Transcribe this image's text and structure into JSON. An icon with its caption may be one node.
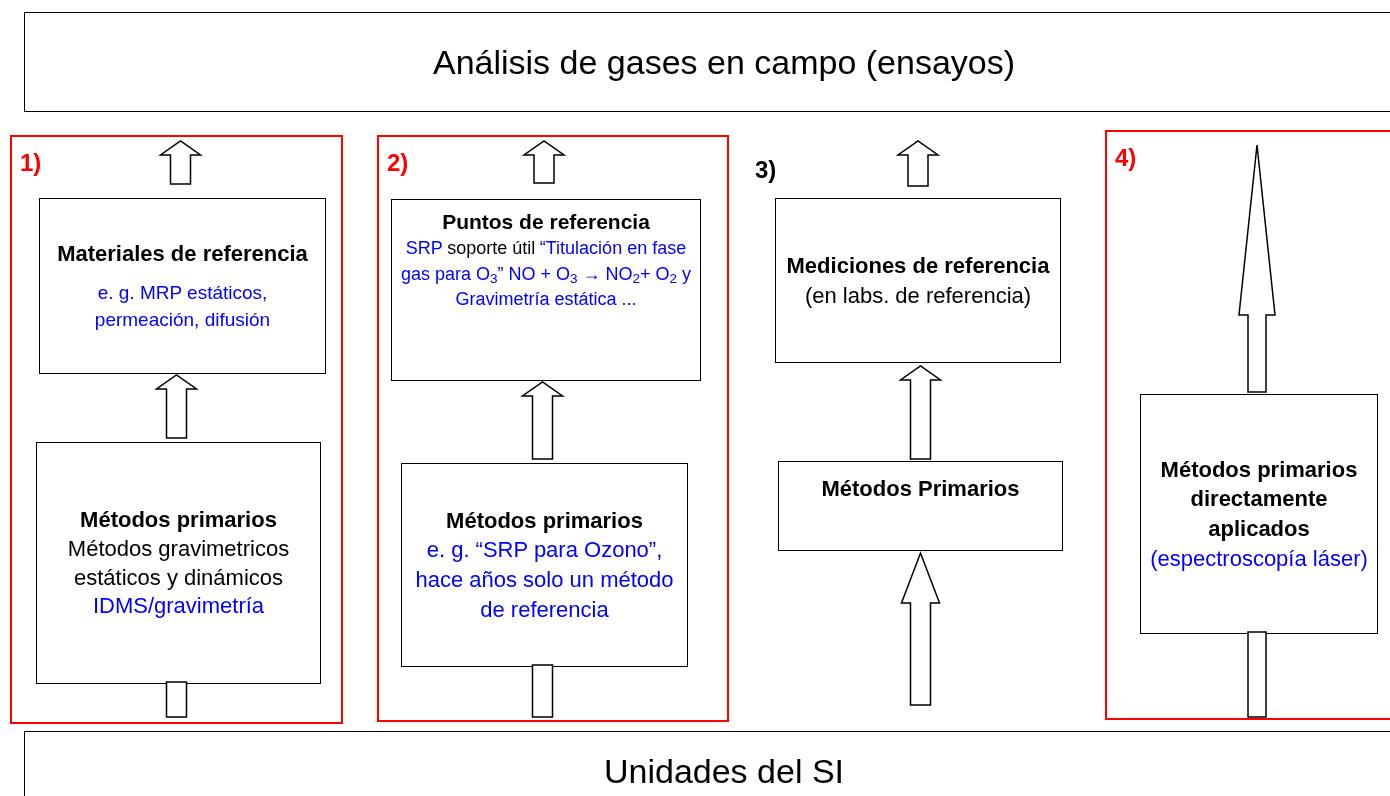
{
  "diagram": {
    "nodes": [
      {
        "text": [
          "Análisis de gases en campo (ensayos)"
        ]
      },
      {
        "text": [
          "1)"
        ]
      },
      {
        "text": [
          "Materiales de referencia",
          "e. g.  MRP estáticos, permeación, difusión"
        ],
        "in": 1
      },
      {
        "text": [
          "Métodos primarios",
          "Métodos gravimetricos estáticos y dinámicos",
          "IDMS/gravimetría"
        ],
        "in": 1
      },
      {
        "text": [
          "2)"
        ]
      },
      {
        "text": [
          "Puntos de referencia",
          "SRP",
          "soporte útil",
          "“Titulación en fase  gas para O$_{3}$” NO + O$_{3}$ → NO$_{2}$+ O$_{2}$ y Gravimetría estática ..."
        ],
        "in": 4
      },
      {
        "text": [
          "Métodos primarios",
          "e. g. “SRP para Ozono”, hace años solo un método de referencia"
        ],
        "in": 4
      },
      {
        "text": [
          "Mediciones de referencia",
          "(en labs. de referencia)"
        ]
      },
      {
        "text": [
          "Métodos Primarios"
        ]
      },
      {
        "text": [
          "4)"
        ]
      },
      {
        "text": [
          "Métodos primarios directamente aplicados",
          "(espectroscopía láser)"
        ],
        "in": 9
      },
      {
        "text": [
          "Unidades del SI"
        ]
      }
    ],
    "edges": [
      {
        "from": 2,
        "to": 0,
        "arrow": "to"
      },
      {
        "from": 3,
        "to": 2,
        "arrow": "to"
      },
      {
        "from": 11,
        "to": 3,
        "arrow": "none"
      },
      {
        "from": 5,
        "to": 0,
        "arrow": "to"
      },
      {
        "from": 6,
        "to": 5,
        "arrow": "to"
      },
      {
        "from": 11,
        "to": 6,
        "arrow": "none"
      },
      {
        "from": 7,
        "to": 0,
        "arrow": "to"
      },
      {
        "from": 8,
        "to": 7,
        "arrow": "to"
      },
      {
        "from": 11,
        "to": 8,
        "arrow": "to"
      },
      {
        "from": 10,
        "to": 0,
        "arrow": "to"
      },
      {
        "from": 11,
        "to": 10,
        "arrow": "none"
      }
    ],
    "labels": [
      "3)"
    ]
  }
}
